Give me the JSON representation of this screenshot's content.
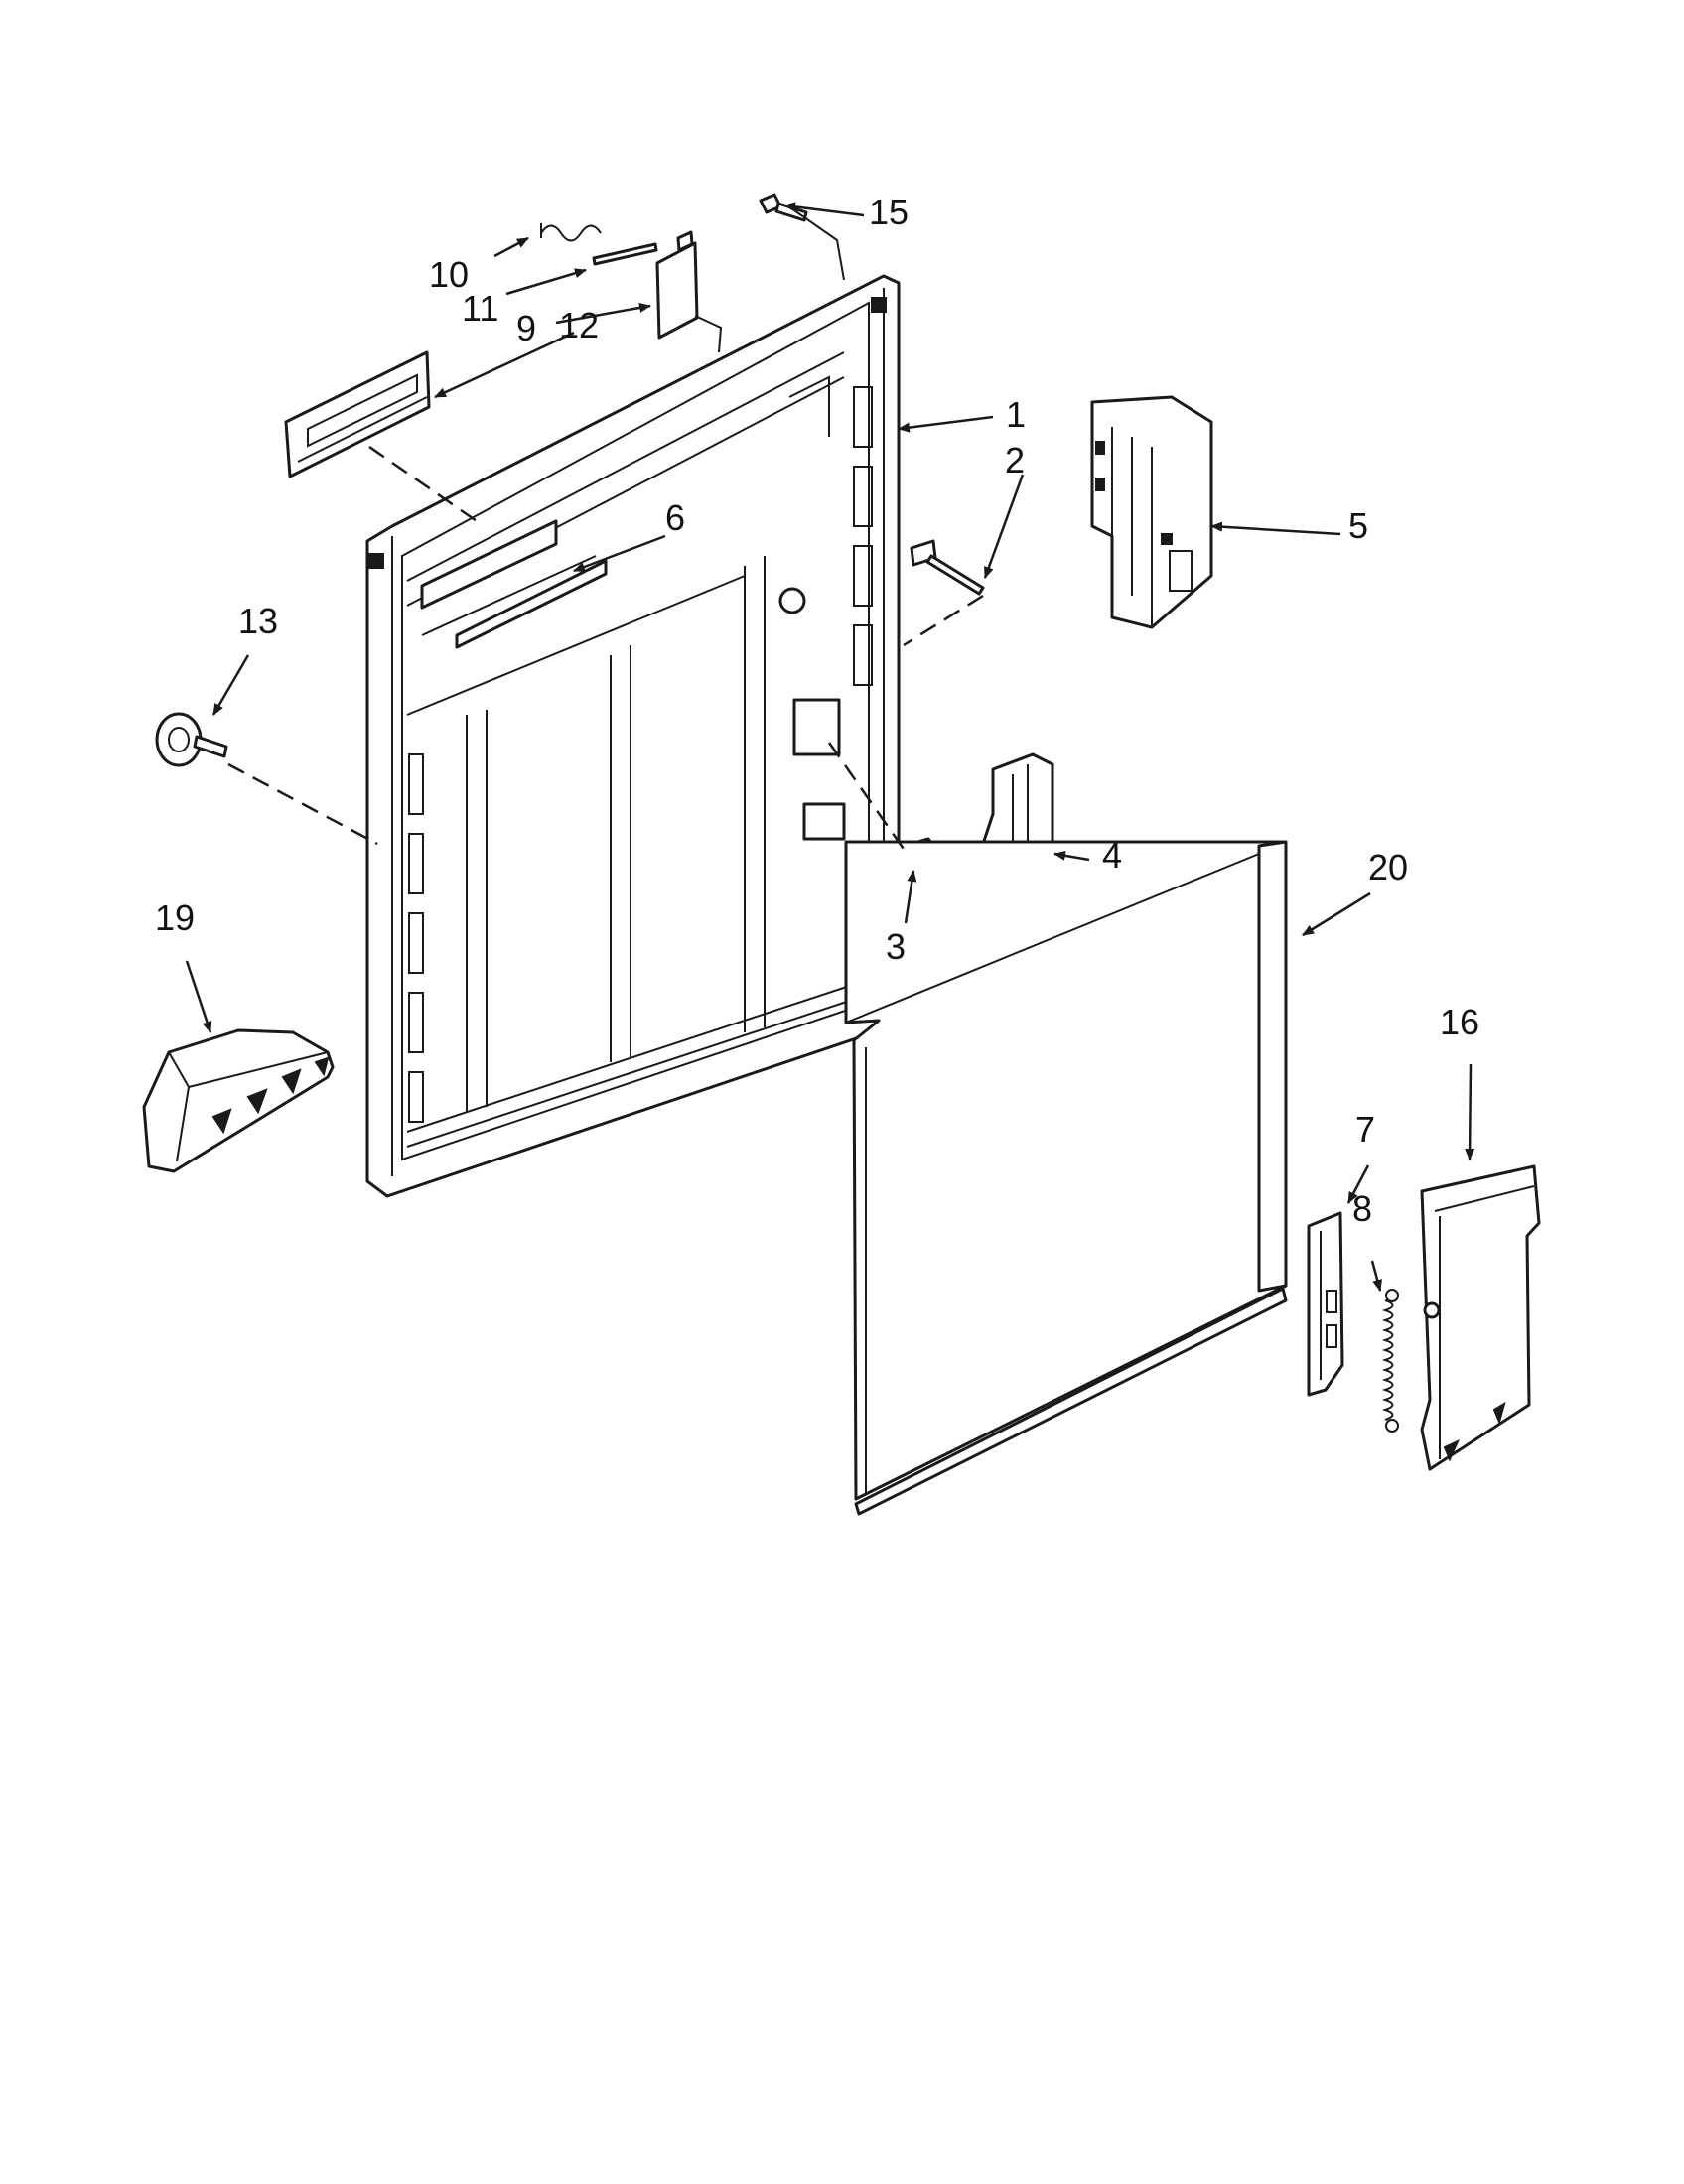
{
  "callouts": {
    "c1": "1",
    "c2": "2",
    "c3": "3",
    "c4": "4",
    "c5": "5",
    "c6": "6",
    "c7": "7",
    "c8": "8",
    "c9": "9",
    "c10": "10",
    "c11": "11",
    "c12": "12",
    "c13": "13",
    "c15": "15",
    "c16": "16",
    "c19": "19",
    "c20": "20"
  },
  "colors": {
    "line": "#1a1a1a",
    "background": "#ffffff"
  }
}
